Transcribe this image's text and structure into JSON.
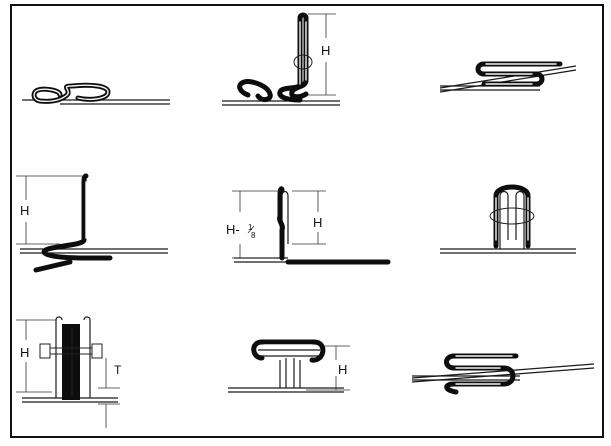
{
  "labels": {
    "h": "H",
    "h_minus_base": "H-",
    "h_fraction_num": "1",
    "h_fraction_den": "8",
    "t": "T"
  }
}
